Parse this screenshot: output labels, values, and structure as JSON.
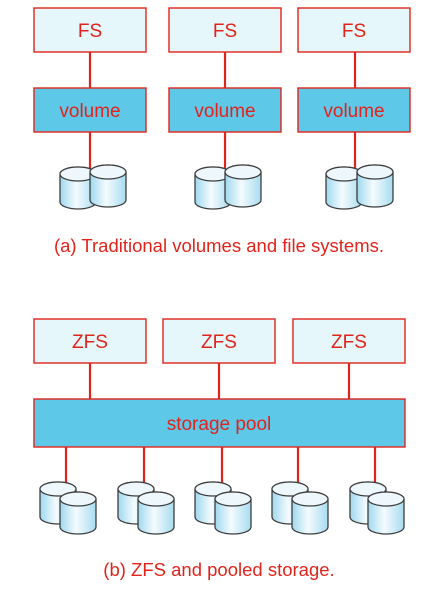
{
  "panel_a": {
    "fs_labels": [
      "FS",
      "FS",
      "FS"
    ],
    "volume_labels": [
      "volume",
      "volume",
      "volume"
    ],
    "caption": "(a) Traditional volumes and file systems."
  },
  "panel_b": {
    "zfs_labels": [
      "ZFS",
      "ZFS",
      "ZFS"
    ],
    "pool_label": "storage pool",
    "caption": "(b) ZFS and pooled storage."
  },
  "colors": {
    "line": "#e0241b",
    "text": "#e0241b",
    "light_box": "#e6f7fb",
    "dark_box": "#5ec8e8",
    "disk_outline": "#3d3d3d"
  }
}
